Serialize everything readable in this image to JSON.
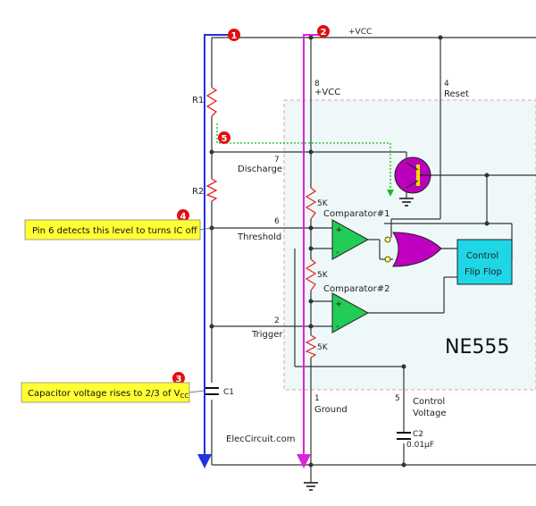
{
  "labels": {
    "vcc_top": "+VCC",
    "pin8_num": "8",
    "pin8_name": "+VCC",
    "pin4_num": "4",
    "pin4_name": "Reset",
    "r1": "R1",
    "r2": "R2",
    "pin7_num": "7",
    "pin7_name": "Discharge",
    "pin6_num": "6",
    "pin6_name": "Threshold",
    "pin2_num": "2",
    "pin2_name": "Trigger",
    "pin1_num": "1",
    "pin1_name": "Ground",
    "pin5_num": "5",
    "pin5_name_1": "Control",
    "pin5_name_2": "Voltage",
    "res_top": "5K",
    "res_mid": "5K",
    "res_bot": "5K",
    "comp1": "Comparator#1",
    "comp2": "Comparator#2",
    "ff_line1": "Control",
    "ff_line2": "Flip  Flop",
    "chip": "NE555",
    "c1": "C1",
    "c2": "C2",
    "c2_value": "0.01µF",
    "brand": "ElecCircuit.com",
    "plus": "+",
    "minus": "-"
  },
  "markers": [
    "1",
    "2",
    "3",
    "4",
    "5"
  ],
  "callouts": {
    "pin6": "Pin 6 detects this level to turns IC off",
    "cap_main": "Capacitor voltage rises to 2/3 of V",
    "cap_sub": "CC"
  },
  "colors": {
    "chip_fill": "#eef8f8",
    "chip_border": "#e0a0a8",
    "comparator": "#22cc55",
    "nor_gate": "#c000c0",
    "flipflop": "#1ed6e6",
    "transistor": "#bb00bb",
    "blue_arrow": "#2233dd",
    "magenta_arrow": "#dd22dd",
    "green_dotted": "#11bb11",
    "resistor": "#e22222",
    "marker": "#e01010",
    "callout_fill": "#ffff33"
  }
}
